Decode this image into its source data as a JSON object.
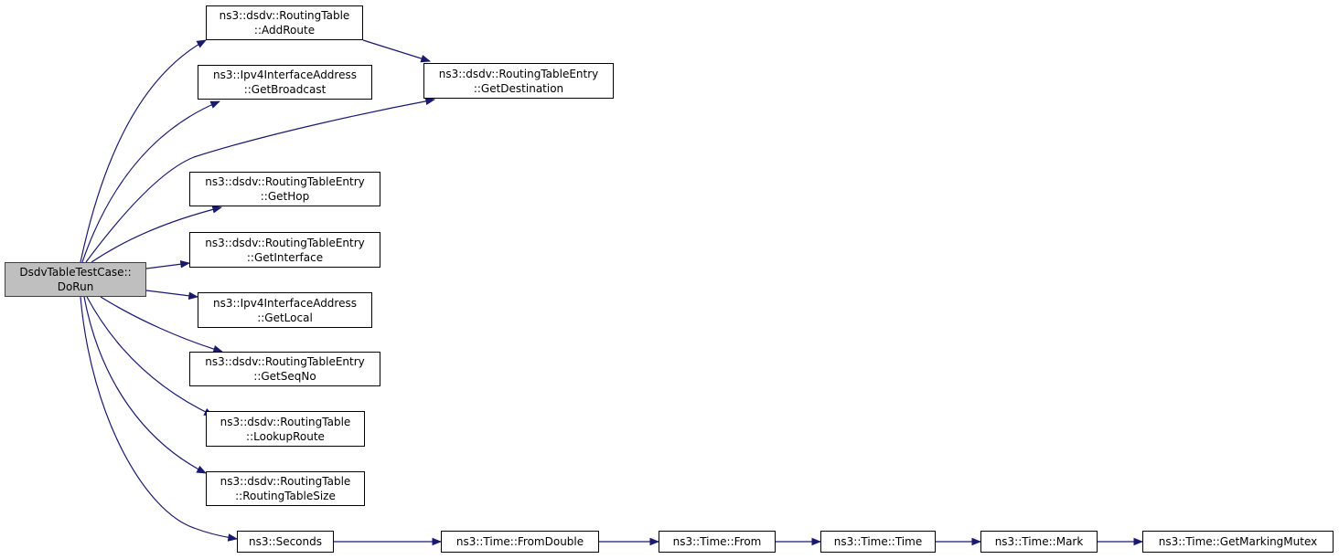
{
  "colors": {
    "edge": "#191970",
    "root_fill": "#bfbfbf",
    "node_border": "#000000"
  },
  "nodes": {
    "root": {
      "l1": "DsdvTableTestCase::",
      "l2": "DoRun"
    },
    "addroute": {
      "l1": "ns3::dsdv::RoutingTable",
      "l2": "::AddRoute"
    },
    "getbroadcast": {
      "l1": "ns3::Ipv4InterfaceAddress",
      "l2": "::GetBroadcast"
    },
    "getdestination": {
      "l1": "ns3::dsdv::RoutingTableEntry",
      "l2": "::GetDestination"
    },
    "gethop": {
      "l1": "ns3::dsdv::RoutingTableEntry",
      "l2": "::GetHop"
    },
    "getinterface": {
      "l1": "ns3::dsdv::RoutingTableEntry",
      "l2": "::GetInterface"
    },
    "getlocal": {
      "l1": "ns3::Ipv4InterfaceAddress",
      "l2": "::GetLocal"
    },
    "getseqno": {
      "l1": "ns3::dsdv::RoutingTableEntry",
      "l2": "::GetSeqNo"
    },
    "lookuproute": {
      "l1": "ns3::dsdv::RoutingTable",
      "l2": "::LookupRoute"
    },
    "routingtablesize": {
      "l1": "ns3::dsdv::RoutingTable",
      "l2": "::RoutingTableSize"
    },
    "seconds": {
      "l1": "ns3::Seconds"
    },
    "fromdouble": {
      "l1": "ns3::Time::FromDouble"
    },
    "from": {
      "l1": "ns3::Time::From"
    },
    "time": {
      "l1": "ns3::Time::Time"
    },
    "mark": {
      "l1": "ns3::Time::Mark"
    },
    "getmarkingmutex": {
      "l1": "ns3::Time::GetMarkingMutex"
    }
  },
  "edges": [
    [
      "root",
      "addroute"
    ],
    [
      "root",
      "getbroadcast"
    ],
    [
      "root",
      "getdestination"
    ],
    [
      "root",
      "gethop"
    ],
    [
      "root",
      "getinterface"
    ],
    [
      "root",
      "getlocal"
    ],
    [
      "root",
      "getseqno"
    ],
    [
      "root",
      "lookuproute"
    ],
    [
      "root",
      "routingtablesize"
    ],
    [
      "root",
      "seconds"
    ],
    [
      "addroute",
      "getdestination"
    ],
    [
      "seconds",
      "fromdouble"
    ],
    [
      "fromdouble",
      "from"
    ],
    [
      "from",
      "time"
    ],
    [
      "time",
      "mark"
    ],
    [
      "mark",
      "getmarkingmutex"
    ]
  ]
}
